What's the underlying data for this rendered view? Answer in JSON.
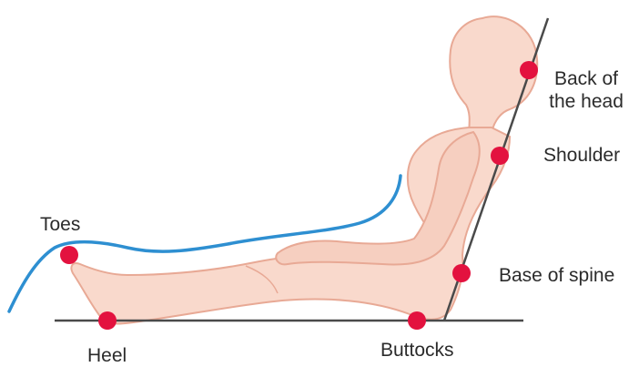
{
  "labels": {
    "back_of_head_line1": "Back of",
    "back_of_head_line2": "the head",
    "shoulder": "Shoulder",
    "toes": "Toes",
    "base_of_spine": "Base of spine",
    "heel": "Heel",
    "buttocks": "Buttocks"
  },
  "colors": {
    "body_fill": "#f9d9cc",
    "body_outline": "#e8a995",
    "pressure_point": "#e3123f",
    "surface_line": "#2e8fd1",
    "floor_and_backrest": "#4a4a4a",
    "text": "#2b2b2b"
  }
}
